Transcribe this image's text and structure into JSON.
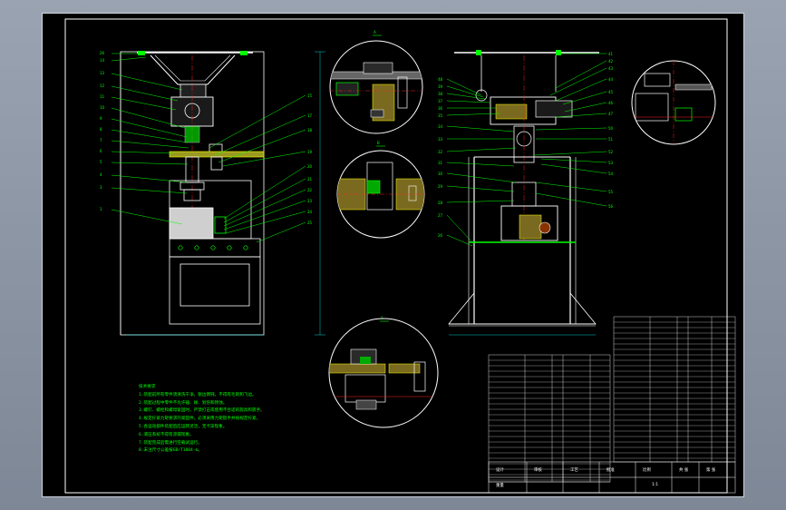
{
  "screenshot": {
    "background_color": "#8f98a6",
    "sheet_background": "#000000"
  },
  "colors": {
    "outline": "#ffffff",
    "leader": "#00ff00",
    "center_line": "#ff2020",
    "dimension": "#00ffff",
    "hatch": "#ffff00",
    "part": "#00ff00",
    "dark_fill": "#202020"
  },
  "technical_requirements": {
    "title": "技术要求",
    "lines": [
      "1.装配前所有零件须清洗干净，锐边倒钝，不得有毛刺和飞边。",
      "2.装配过程中零件不允许磕、碰、划伤和锈蚀。",
      "3.螺钉、螺栓和螺母紧固时，严禁打击或使用不合适的旋具和扳手。",
      "4.规定拧紧力矩要求的紧固件，必须采用力矩扳手并按规定拧紧。",
      "5.各运动部件装配后应运转灵活，无卡滞现象。",
      "6.液压系统不得有渗漏现象。",
      "7.装配完成后需进行空载试运行。",
      "8.未注尺寸公差按GB/T1804-m。"
    ]
  },
  "title_block": {
    "labels": [
      "设计",
      "审核",
      "工艺",
      "批准",
      "比例",
      "共 张",
      "第 张",
      "重量"
    ],
    "scale": "1:1"
  },
  "detail_labels": [
    "A",
    "B",
    "C"
  ]
}
